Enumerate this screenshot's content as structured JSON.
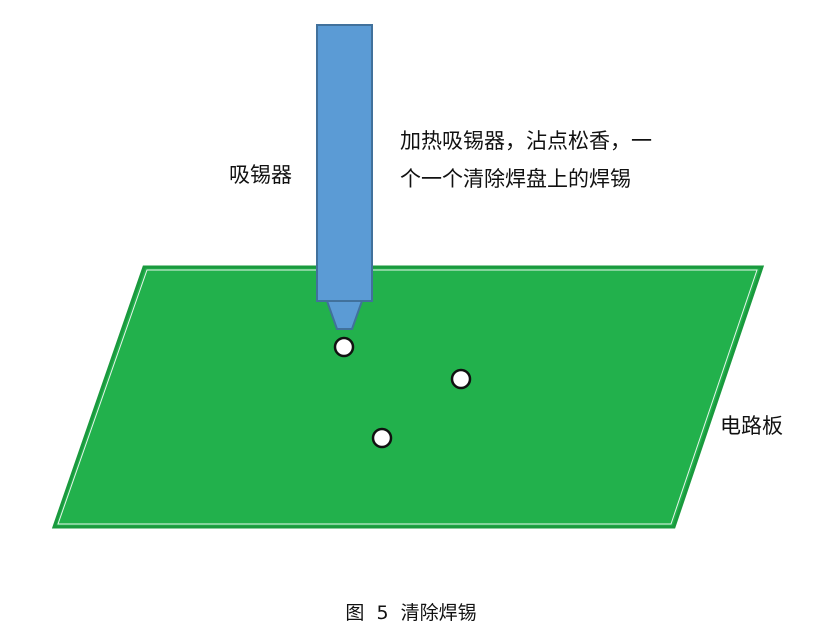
{
  "labels": {
    "tool": "吸锡器",
    "instruction_line1": "加热吸锡器，沾点松香，一",
    "instruction_line2": "个一个清除焊盘上的焊锡",
    "board": "电路板"
  },
  "caption": "图  5  清除焊锡",
  "colors": {
    "board_fill": "#22b14c",
    "board_edge": "#1a9a3e",
    "tool_fill": "#5b9bd5",
    "tool_edge": "#41719c",
    "pad_fill": "#ffffff",
    "pad_edge": "#111111"
  },
  "pads_count": 3
}
